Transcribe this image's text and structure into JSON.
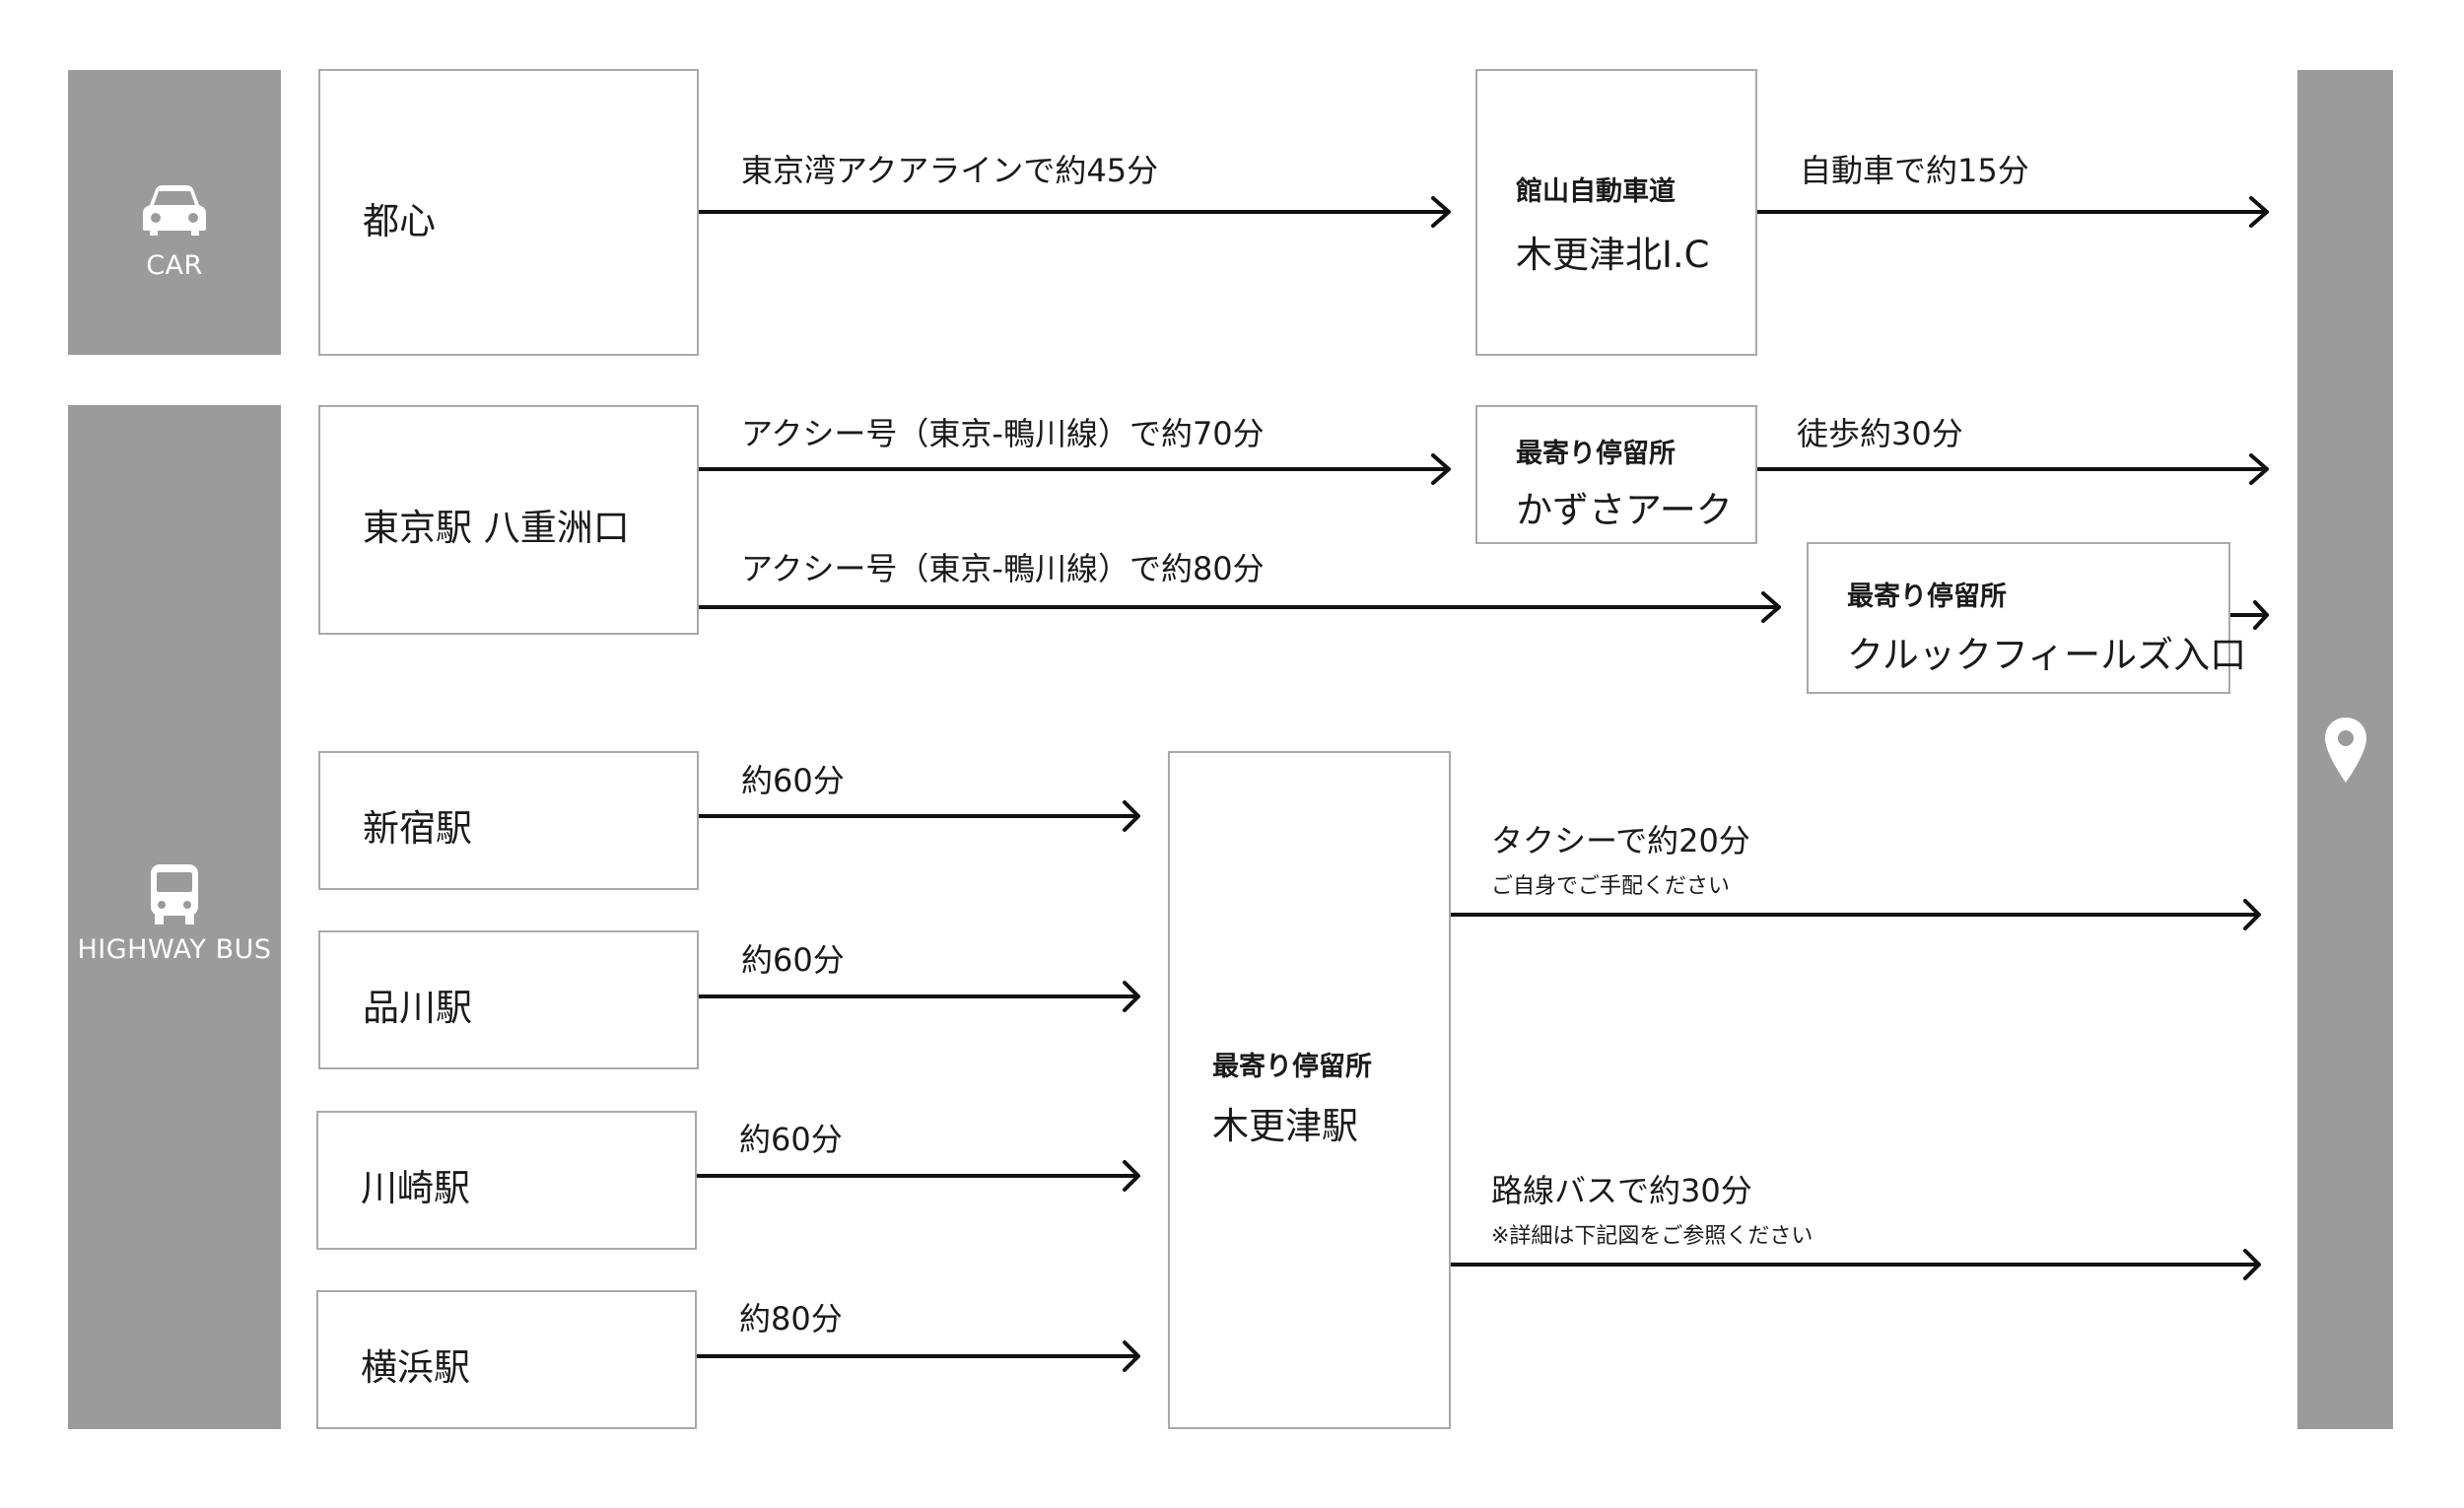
{
  "car": {
    "label": "CAR",
    "origin": "都心",
    "leg1": "東京湾アクアラインで約45分",
    "hub_sub": "館山自動車道",
    "hub_name": "木更津北I.C",
    "leg2": "自動車で約15分"
  },
  "bus": {
    "label": "HIGHWAY BUS",
    "tokyo": {
      "origin": "東京駅 八重洲口",
      "route1": "アクシー号（東京-鴨川線）で約70分",
      "stop1_sub": "最寄り停留所",
      "stop1_name": "かずさアーク",
      "walk": "徒歩約30分",
      "route2": "アクシー号（東京-鴨川線）で約80分",
      "stop2_sub": "最寄り停留所",
      "stop2_name": "クルックフィールズ入口"
    },
    "stations": [
      {
        "name": "新宿駅",
        "time": "約60分"
      },
      {
        "name": "品川駅",
        "time": "約60分"
      },
      {
        "name": "川崎駅",
        "time": "約60分"
      },
      {
        "name": "横浜駅",
        "time": "約80分"
      }
    ],
    "hub_sub": "最寄り停留所",
    "hub_name": "木更津駅",
    "taxi": "タクシーで約20分",
    "taxi_note": "ご自身でご手配ください",
    "local_bus": "路線バスで約30分",
    "local_bus_note": "※詳細は下記図をご参照ください"
  },
  "destination": {
    "icon": "map-pin-icon"
  },
  "colors": {
    "band": "#9b9b9b",
    "border": "#a9a9a9",
    "line": "#111111"
  }
}
